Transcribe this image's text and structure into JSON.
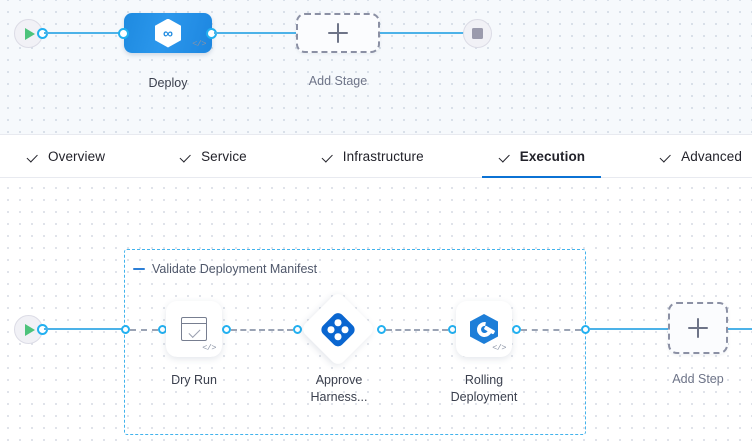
{
  "colors": {
    "accent_blue": "#22b0f0",
    "edge_blue": "#4cb2e8",
    "stage_blue": "#2b97ec",
    "tab_active_underline": "#0b72d4",
    "group_border": "#43b3ec",
    "dashed_grey": "#8b90a4",
    "play_green": "#4dc37b",
    "stop_grey": "#9b9bad"
  },
  "stage_graph": {
    "start_node": {
      "name": "pipeline-start",
      "icon": "play-icon"
    },
    "end_node": {
      "name": "pipeline-end",
      "icon": "stop-square-icon"
    },
    "stage": {
      "label": "Deploy",
      "icon": "harness-infinity-hexagon-icon",
      "code_badge": "</>"
    },
    "add_stage": {
      "label": "Add Stage",
      "icon": "plus-icon"
    }
  },
  "tabs": [
    {
      "label": "Overview",
      "icon": "check-icon",
      "active": false
    },
    {
      "label": "Service",
      "icon": "check-icon",
      "active": false
    },
    {
      "label": "Infrastructure",
      "icon": "check-icon",
      "active": false
    },
    {
      "label": "Execution",
      "icon": "check-icon",
      "active": true
    },
    {
      "label": "Advanced",
      "icon": "check-icon",
      "active": false
    }
  ],
  "execution_graph": {
    "start_node": {
      "name": "execution-start",
      "icon": "play-icon"
    },
    "group": {
      "label": "Validate Deployment Manifest",
      "collapse_icon": "collapse-dash-icon"
    },
    "steps": [
      {
        "label": "Dry Run",
        "icon": "dry-run-check-window-icon",
        "shape": "rounded",
        "code_badge": "</>"
      },
      {
        "label": "Approve\nHarness...",
        "icon": "harness-approval-diamond-icon",
        "shape": "diamond",
        "code_badge": ""
      },
      {
        "label": "Rolling\nDeployment",
        "icon": "kubernetes-rolling-icon",
        "shape": "rounded",
        "code_badge": "</>"
      }
    ],
    "add_step": {
      "label": "Add Step",
      "icon": "plus-icon"
    }
  }
}
